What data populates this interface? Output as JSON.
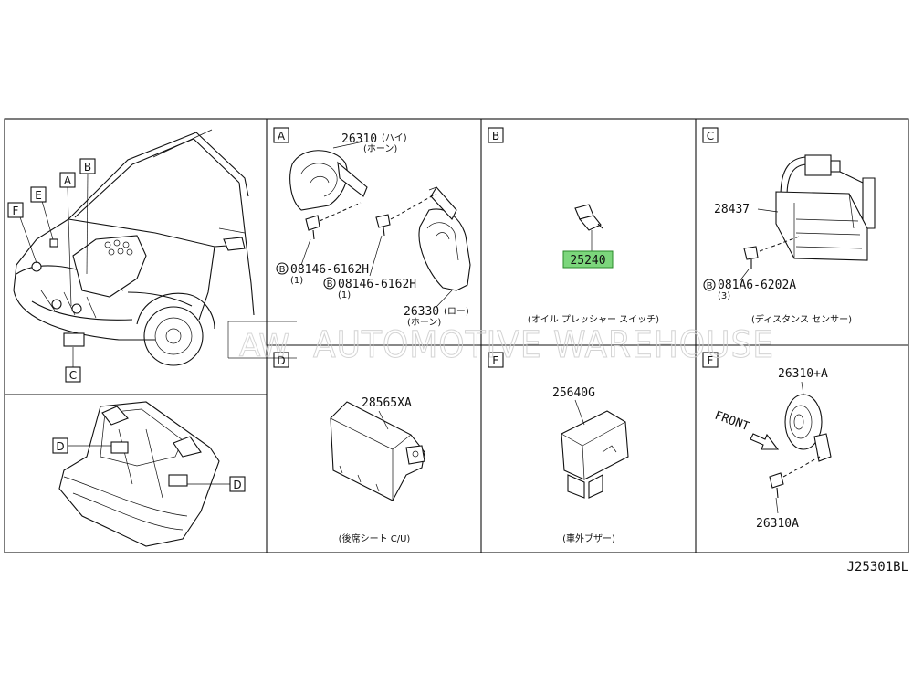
{
  "diagram_code": "J25301BL",
  "watermark": {
    "brand": "AW",
    "text": "AUTOMOTIVE WAREHOUSE"
  },
  "overview": {
    "callouts": [
      "F",
      "E",
      "A",
      "B",
      "C"
    ],
    "seat_callouts": [
      "D",
      "D"
    ]
  },
  "panel_A": {
    "letter": "A",
    "parts": {
      "horn_high": "26310",
      "horn_high_note1": "(ハイ)",
      "horn_high_note2": "(ホーン)",
      "bolt1": "08146-6162H",
      "bolt1_qty": "(1)",
      "bolt2": "08146-6162H",
      "bolt2_qty": "(1)",
      "horn_low": "26330",
      "horn_low_note1": "(ロー)",
      "horn_low_note2": "(ホーン)",
      "circle_b": "B"
    }
  },
  "panel_B": {
    "letter": "B",
    "part": "25240",
    "caption": "(オイル プレッシャー スイッチ)",
    "highlight_color": "#7cd67c"
  },
  "panel_C": {
    "letter": "C",
    "part": "28437",
    "bolt": "081A6-6202A",
    "bolt_qty": "(3)",
    "circle_b": "B",
    "caption": "(ディスタンス センサー)"
  },
  "panel_D": {
    "letter": "D",
    "part": "28565XA",
    "caption": "(後席シート C/U)"
  },
  "panel_E": {
    "letter": "E",
    "part": "25640G",
    "caption": "(車外ブザー)"
  },
  "panel_F": {
    "letter": "F",
    "part_horn": "26310+A",
    "part_bolt": "26310A",
    "front": "FRONT"
  }
}
